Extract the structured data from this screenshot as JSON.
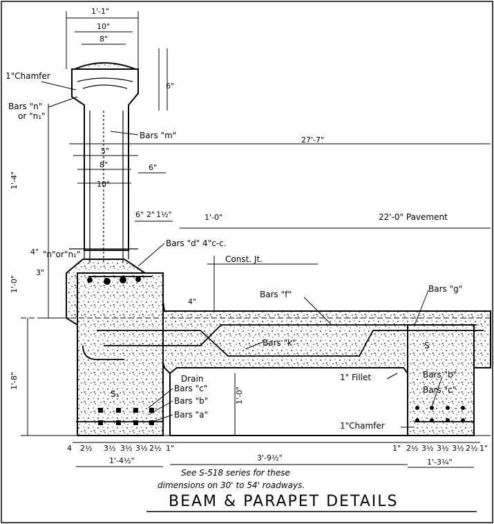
{
  "dimensions": {
    "top_1_1": "1'-1\"",
    "top_10": "10\"",
    "top_8": "8\"",
    "d_27_7": "27'-7\"",
    "d_1_4": "1'-4\"",
    "d_5": "5\"",
    "d_8": "8\"",
    "d_10": "10\"",
    "d_6": "6\"",
    "d_6_2": "6\"",
    "d_2": "2\"",
    "d_1_2": "1½\"",
    "d_1_0_top": "1'-0\"",
    "d_1_0_left": "1'-0\"",
    "d_1_8": "1'-8\"",
    "d_1_0_inner": "1'-0\"",
    "d_4_left": "4\"",
    "d_4_parapet": "4\"",
    "d_6_cap": "6\"",
    "d_3": "3\"",
    "d_1_45": "1'-4½\"",
    "d_3_95": "3'-9½\"",
    "d_1_34": "1'-3¼\"",
    "d_4_bottom": "4",
    "d_2_bottom": "2½",
    "d_3_a": "3½",
    "d_3_b": "3½",
    "d_3_c": "3½",
    "d_2_c": "2½",
    "d_1_bottom": "1\"",
    "d_1_r1": "1\"",
    "d_2_r": "2½",
    "d_3_r1": "3½",
    "d_3_r2": "3½",
    "d_3_r3": "3½",
    "d_2_r2": "2½",
    "d_1_r2": "1\""
  },
  "labels": {
    "chamfer_top": "1\"Chamfer",
    "bars_n": "Bars \"n\"",
    "or_n1": "or \"n₁\"",
    "bars_m": "Bars \"m\"",
    "pavement": "22'-0\" Pavement",
    "bars_d": "Bars \"d\" 4\"c-c.",
    "n_or_n1": "\"n\"or\"n₁\"",
    "const_jt": "Const. Jt.",
    "bars_f": "Bars \"f\"",
    "bars_g": "Bars \"g\"",
    "bars_k": "Bars \"k\"",
    "s_label": "S",
    "drain": "Drain",
    "fillet": "1\" Fillet",
    "bars_c": "Bars \"c\"",
    "bars_b": "Bars \"b\"",
    "bars_a": "Bars \"a\"",
    "s1_label": "S₁",
    "bars_b_right": "Bars \"b\"",
    "bars_c_right": "Bars \"c\"",
    "chamfer_bottom": "1\"Chamfer"
  },
  "notes": {
    "see_series": "See S-518 series for these",
    "roadways": "dimensions on 30' to 54' roadways."
  },
  "title": "BEAM & PARAPET DETAILS"
}
